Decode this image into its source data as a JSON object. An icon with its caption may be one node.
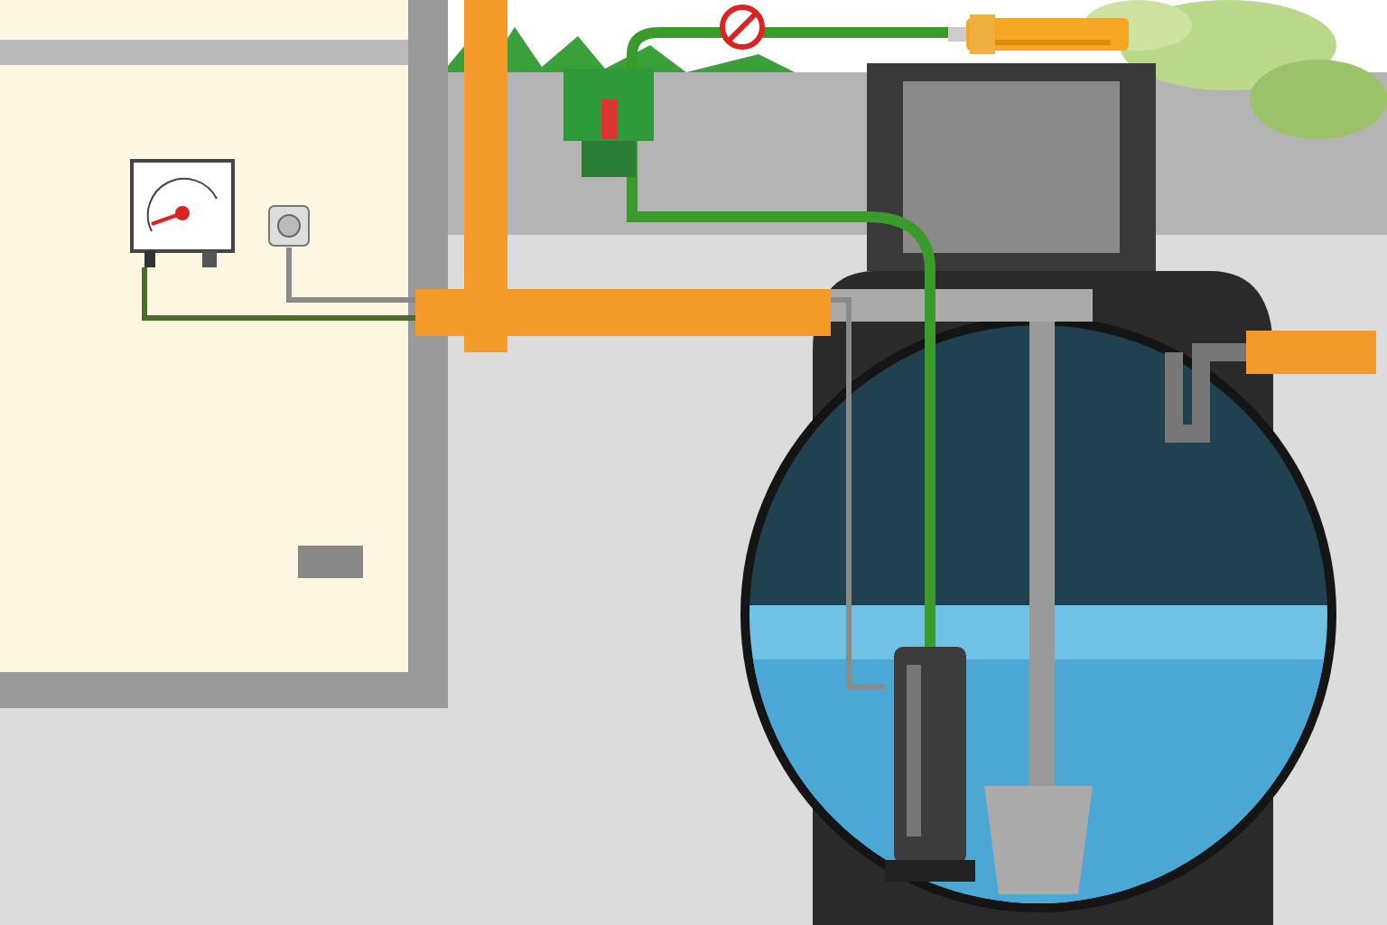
{
  "diagram": {
    "nodes": [
      {
        "text": [],
        "shape": "box"
      },
      {
        "text": [],
        "shape": "picture"
      },
      {
        "text": [],
        "shape": "picture",
        "in": 1
      },
      {
        "text": [],
        "shape": "picture",
        "in": 0
      },
      {
        "text": [],
        "shape": "picture",
        "in": 0
      },
      {
        "text": [],
        "shape": "picture"
      }
    ],
    "edges": [
      {
        "from": 2,
        "to": 5,
        "arrow": "none",
        "style": "thick",
        "color": "#3a9a2a"
      },
      {
        "from": 4,
        "to": 2,
        "arrow": "none",
        "color": "#8a8a8a"
      },
      {
        "from": 3,
        "to": 1,
        "arrow": "none",
        "color": "#4f6b2f"
      }
    ]
  }
}
